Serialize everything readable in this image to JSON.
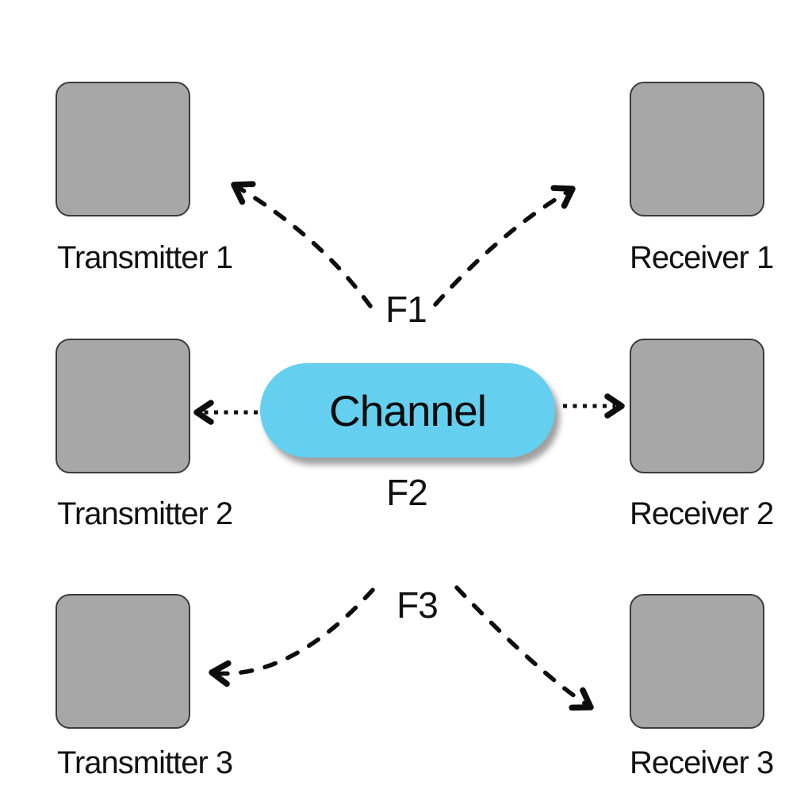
{
  "channel": {
    "label": "Channel"
  },
  "transmitters": [
    {
      "label": "Transmitter 1"
    },
    {
      "label": "Transmitter 2"
    },
    {
      "label": "Transmitter 3"
    }
  ],
  "receivers": [
    {
      "label": "Receiver 1"
    },
    {
      "label": "Receiver 2"
    },
    {
      "label": "Receiver 3"
    }
  ],
  "flows": [
    {
      "label": "F1"
    },
    {
      "label": "F2"
    },
    {
      "label": "F3"
    }
  ],
  "colors": {
    "background": "#FFFFFF",
    "channel_fill": "#64CFEE",
    "node_fill": "#A7A7A7",
    "node_border": "#3A3A3A",
    "arrow": "#0D0D0D",
    "text": "#111111"
  }
}
